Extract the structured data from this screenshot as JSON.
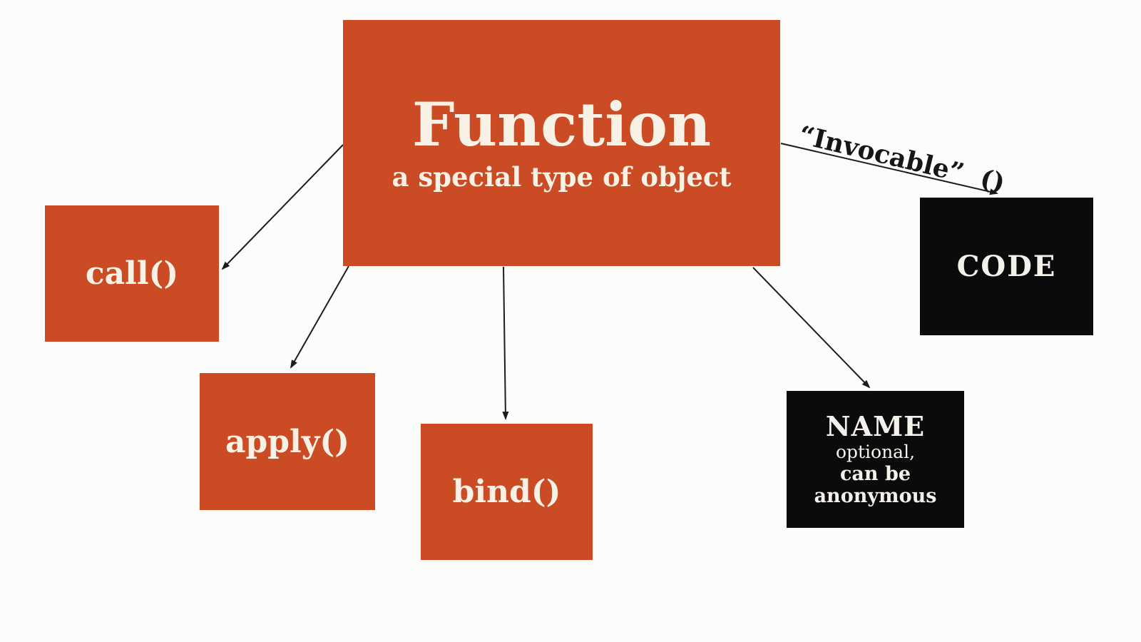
{
  "colors": {
    "background": "#fcfcfa",
    "orange_box": "#ca4b24",
    "black_box": "#0b0b0b",
    "box_text": "#f8f2e6",
    "arrow": "#1c1c1c"
  },
  "nodes": {
    "function_box": {
      "title": "Function",
      "subtitle": "a special type of object"
    },
    "call_box": {
      "label": "call()"
    },
    "apply_box": {
      "label": "apply()"
    },
    "bind_box": {
      "label": "bind()"
    },
    "name_box": {
      "title": "NAME",
      "lines": [
        "optional,",
        "can be",
        "anonymous"
      ]
    },
    "code_box": {
      "label": "CODE"
    }
  },
  "edge_label": "“Invocable”  ()"
}
